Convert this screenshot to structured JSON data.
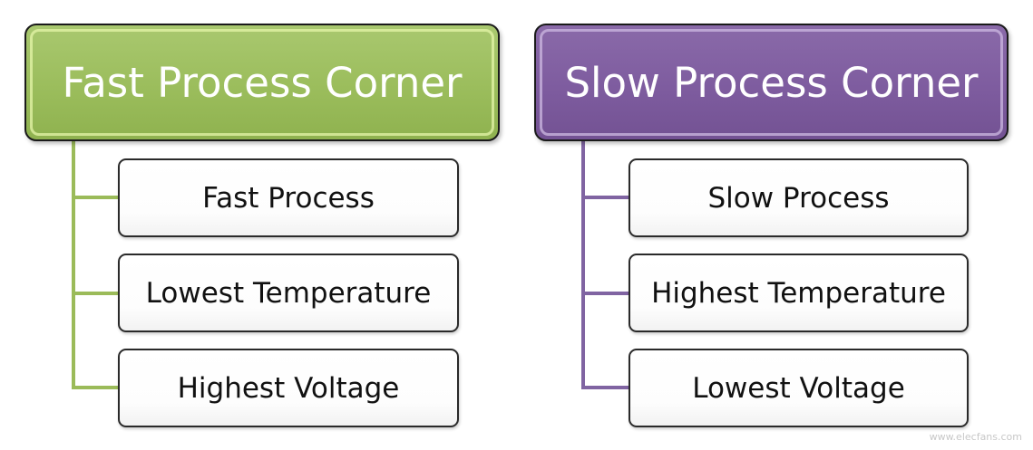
{
  "diagram": {
    "left": {
      "title": "Fast Process Corner",
      "color": "#9bbb59",
      "items": [
        "Fast Process",
        "Lowest Temperature",
        "Highest Voltage"
      ]
    },
    "right": {
      "title": "Slow Process Corner",
      "color": "#8064a2",
      "items": [
        "Slow Process",
        "Highest Temperature",
        "Lowest Voltage"
      ]
    }
  },
  "watermark": {
    "url": "www.elecfans.com"
  }
}
